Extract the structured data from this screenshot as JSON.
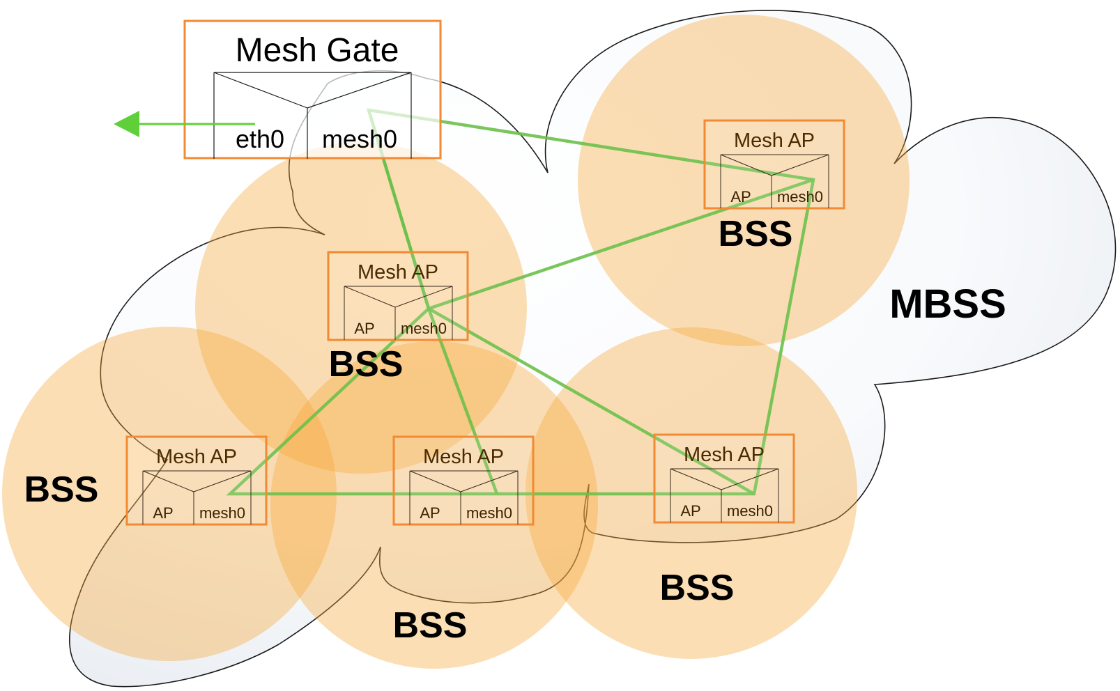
{
  "colors": {
    "bss_fill": "#f7a83b",
    "box_stroke": "#f28a33",
    "link_green": "#6cc04a",
    "arrow_green": "#5fd03a",
    "cloud_fill": "#f3f6f9",
    "line_dark": "#1a1a1a"
  },
  "icons": {
    "uplink_arrow": "arrow-left-icon"
  },
  "mbss": {
    "label": "MBSS"
  },
  "mesh_gate": {
    "title": "Mesh Gate",
    "ports": [
      "eth0",
      "mesh0"
    ]
  },
  "mesh_aps": [
    {
      "title": "Mesh AP",
      "ports": [
        "AP",
        "mesh0"
      ]
    },
    {
      "title": "Mesh AP",
      "ports": [
        "AP",
        "mesh0"
      ]
    },
    {
      "title": "Mesh AP",
      "ports": [
        "AP",
        "mesh0"
      ]
    },
    {
      "title": "Mesh AP",
      "ports": [
        "AP",
        "mesh0"
      ]
    },
    {
      "title": "Mesh AP",
      "ports": [
        "AP",
        "mesh0"
      ]
    }
  ],
  "bss_labels": [
    "BSS",
    "BSS",
    "BSS",
    "BSS",
    "BSS"
  ]
}
